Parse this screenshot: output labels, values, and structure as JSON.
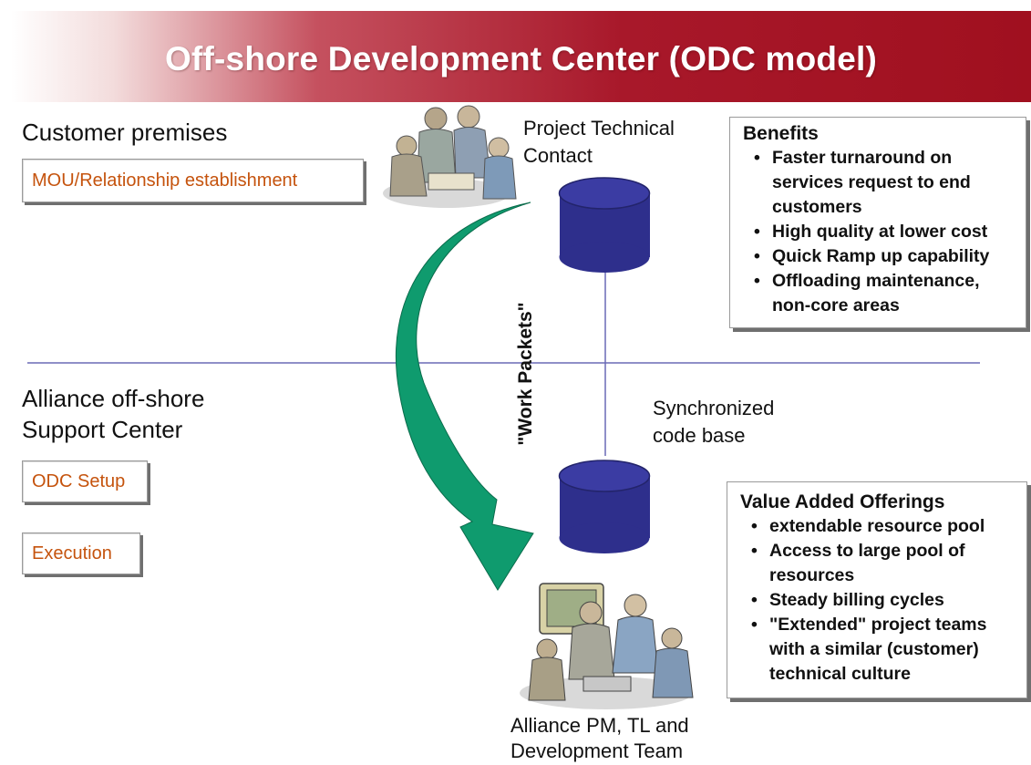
{
  "title": "Off-shore Development Center (ODC model)",
  "customer": {
    "heading": "Customer premises",
    "mou_label": "MOU/Relationship establishment"
  },
  "alliance": {
    "heading_line1": "Alliance off-shore",
    "heading_line2": "Support Center",
    "odc_setup_label": "ODC Setup",
    "execution_label": "Execution"
  },
  "project_contact": {
    "line1": "Project Technical",
    "line2": "Contact"
  },
  "work_packets_label": "\"Work Packets\"",
  "sync_label": {
    "line1": "Synchronized",
    "line2": "code base"
  },
  "team_label": {
    "line1": "Alliance PM, TL and",
    "line2": "Development Team"
  },
  "benefits": {
    "title": "Benefits",
    "items": [
      "Faster turnaround on services request to end customers",
      "High quality at lower cost",
      "Quick Ramp up capability",
      "Offloading maintenance, non-core areas"
    ]
  },
  "value_added": {
    "title": "Value Added Offerings",
    "items": [
      "extendable resource pool",
      "Access to large pool of resources",
      "Steady billing cycles",
      "\"Extended\" project teams with a similar (customer) technical culture"
    ]
  },
  "colors": {
    "banner": "#a0101f",
    "arrow": "#0f9b6e",
    "database": "#2e2f8c",
    "divider": "#6a6ab5",
    "button_text": "#c5530d"
  }
}
